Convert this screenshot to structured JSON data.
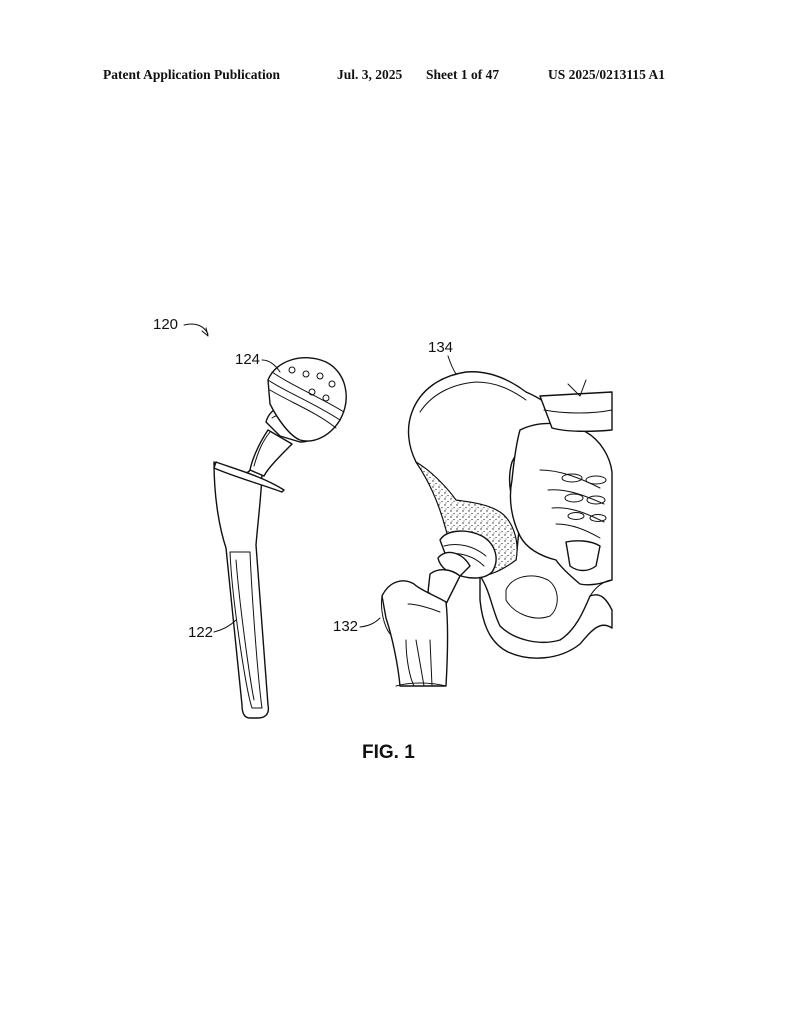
{
  "header": {
    "publication": "Patent Application Publication",
    "date": "Jul. 3, 2025",
    "sheet": "Sheet 1 of 47",
    "number": "US 2025/0213115 A1"
  },
  "figure": {
    "label": "FIG. 1",
    "refs": {
      "implant": "120",
      "stem": "122",
      "head": "124",
      "femur": "132",
      "pelvis": "134"
    }
  }
}
